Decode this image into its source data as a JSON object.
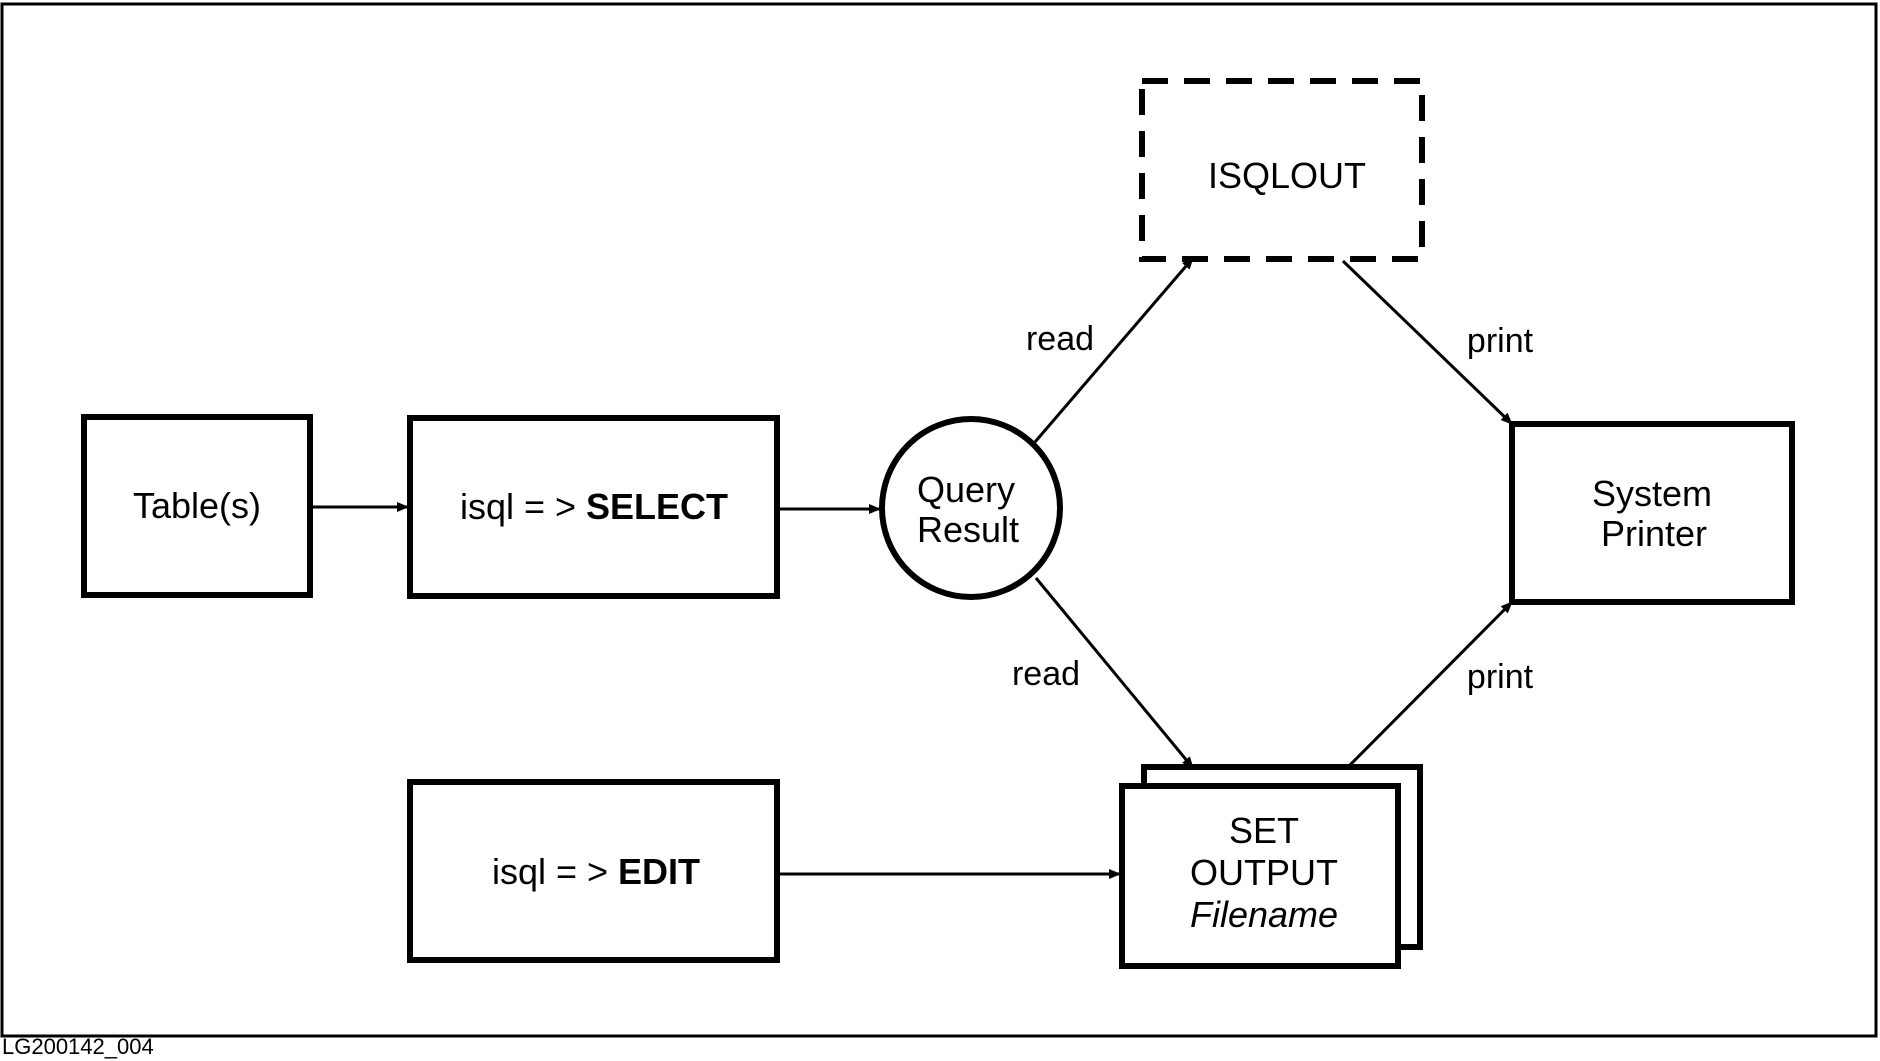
{
  "nodes": {
    "tables": {
      "label": "Table(s)"
    },
    "select": {
      "prefix": "isql = > ",
      "command": "SELECT"
    },
    "query_result": {
      "line1": "Query",
      "line2": "Result"
    },
    "isqlout": {
      "label": "ISQLOUT"
    },
    "printer": {
      "line1": "System",
      "line2": "Printer"
    },
    "edit": {
      "prefix": "isql = > ",
      "command": "EDIT"
    },
    "set_output": {
      "line1": "SET",
      "line2": "OUTPUT",
      "line3": "Filename"
    }
  },
  "edges": {
    "read_top": "read",
    "read_bottom": "read",
    "print_top": "print",
    "print_bottom": "print"
  },
  "figure_id": "LG200142_004"
}
